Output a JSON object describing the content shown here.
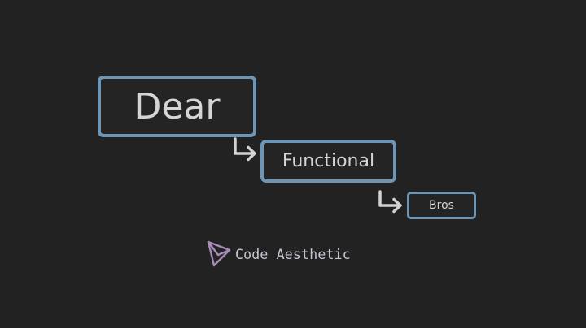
{
  "diagram": {
    "nodes": [
      {
        "id": "dear",
        "label": "Dear"
      },
      {
        "id": "functional",
        "label": "Functional"
      },
      {
        "id": "bros",
        "label": "Bros"
      }
    ],
    "edges": [
      {
        "from": "dear",
        "to": "functional"
      },
      {
        "from": "functional",
        "to": "bros"
      }
    ]
  },
  "brand": {
    "name": "Code Aesthetic",
    "icon": "paper-plane-icon"
  },
  "colors": {
    "background": "#222222",
    "node_border": "#6e95b4",
    "node_text": "#d4d4d4",
    "connector": "#d2d2d2",
    "brand_icon": "#a68bb9",
    "brand_text": "#c9c4d3"
  }
}
